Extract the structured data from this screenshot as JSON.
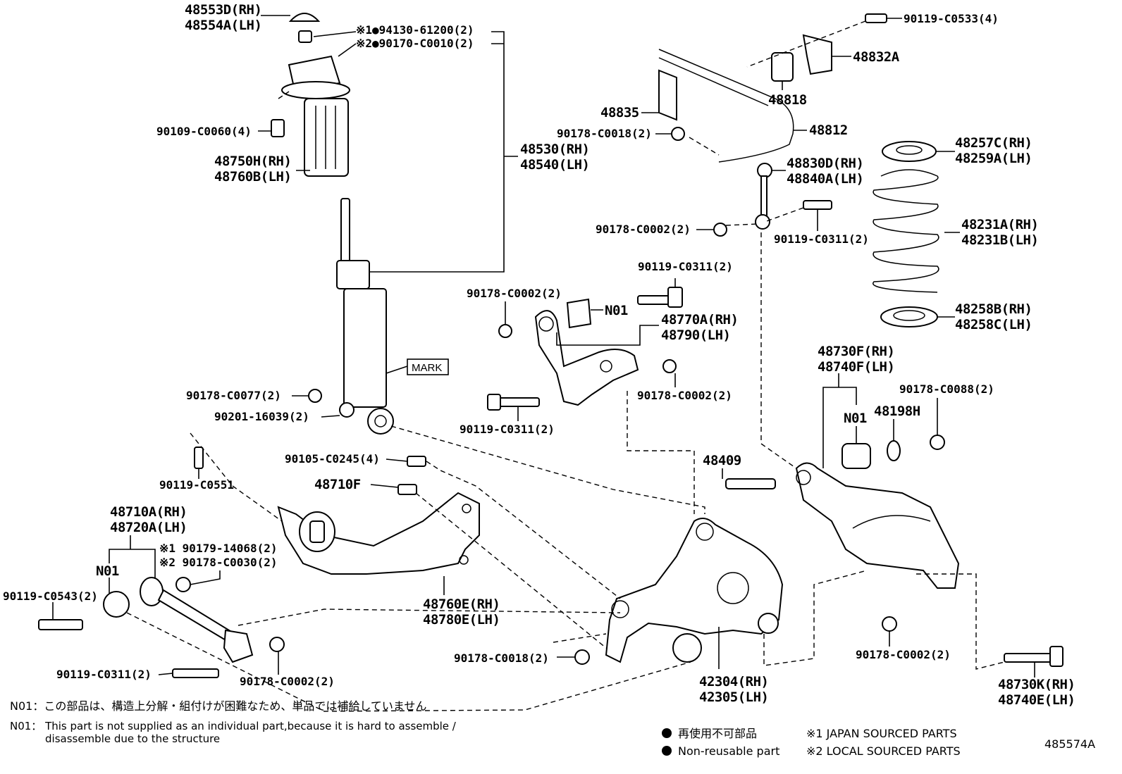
{
  "parts": {
    "p48553D": "48553D(RH)",
    "p48554A": "48554A(LH)",
    "p94130": "※1●94130-61200(2)",
    "p90170": "※2●90170-C0010(2)",
    "p90109": "90109-C0060(4)",
    "p48750H": "48750H(RH)",
    "p48760B": "48760B(LH)",
    "p48530": "48530(RH)",
    "p48540": "48540(LH)",
    "mark": "MARK",
    "p90178_C0077": "90178-C0077(2)",
    "p90201": "90201-16039(2)",
    "p90119_C0551": "90119-C0551",
    "p90105": "90105-C0245(4)",
    "p48710F": "48710F",
    "p48710A": "48710A(RH)",
    "p48720A": "48720A(LH)",
    "p90179": "※1 90179-14068(2)",
    "p90178_C0030": "※2 90178-C0030(2)",
    "n01_a": "N01",
    "p90119_C0543": "90119-C0543(2)",
    "p48760E": "48760E(RH)",
    "p48780E": "48780E(LH)",
    "p90119_C0311_a": "90119-C0311(2)",
    "p90178_C0002_a": "90178-C0002(2)",
    "p90119_C0533": "90119-C0533(4)",
    "p48832A": "48832A",
    "p48818": "48818",
    "p48835": "48835",
    "p48812": "48812",
    "p90178_C0018_a": "90178-C0018(2)",
    "p48830D": "48830D(RH)",
    "p48840A": "48840A(LH)",
    "p90178_C0002_b": "90178-C0002(2)",
    "p90119_C0311_b": "90119-C0311(2)",
    "p48257C": "48257C(RH)",
    "p48259A": "48259A(LH)",
    "p48231A": "48231A(RH)",
    "p48231B": "48231B(LH)",
    "p48258B": "48258B(RH)",
    "p48258C": "48258C(LH)",
    "p90119_C0311_c": "90119-C0311(2)",
    "p90178_C0002_c": "90178-C0002(2)",
    "n01_b": "N01",
    "p48770A": "48770A(RH)",
    "p48790": "48790(LH)",
    "p90178_C0002_d": "90178-C0002(2)",
    "p90119_C0311_d": "90119-C0311(2)",
    "p48730F": "48730F(RH)",
    "p48740F": "48740F(LH)",
    "p90178_C0088": "90178-C0088(2)",
    "n01_c": "N01",
    "p48198H": "48198H",
    "p48409": "48409",
    "p90178_C0018_b": "90178-C0018(2)",
    "p42304": "42304(RH)",
    "p42305": "42305(LH)",
    "p90178_C0002_e": "90178-C0002(2)",
    "p48730K": "48730K(RH)",
    "p48740E": "48740E(LH)"
  },
  "notes": {
    "n01_jp": "N01：この部品は、構造上分解・組付けが困難なため、単品では補給していません",
    "n01_en_1": "N01： This part is not supplied as an individual part,because it is hard to assemble /",
    "n01_en_2": "disassemble due to the structure"
  },
  "legend": {
    "nonreusable_jp": "再使用不可部品",
    "nonreusable_en": "Non-reusable part",
    "japan": "※1 JAPAN SOURCED PARTS",
    "local": "※2 LOCAL SOURCED PARTS",
    "code": "485574A"
  }
}
